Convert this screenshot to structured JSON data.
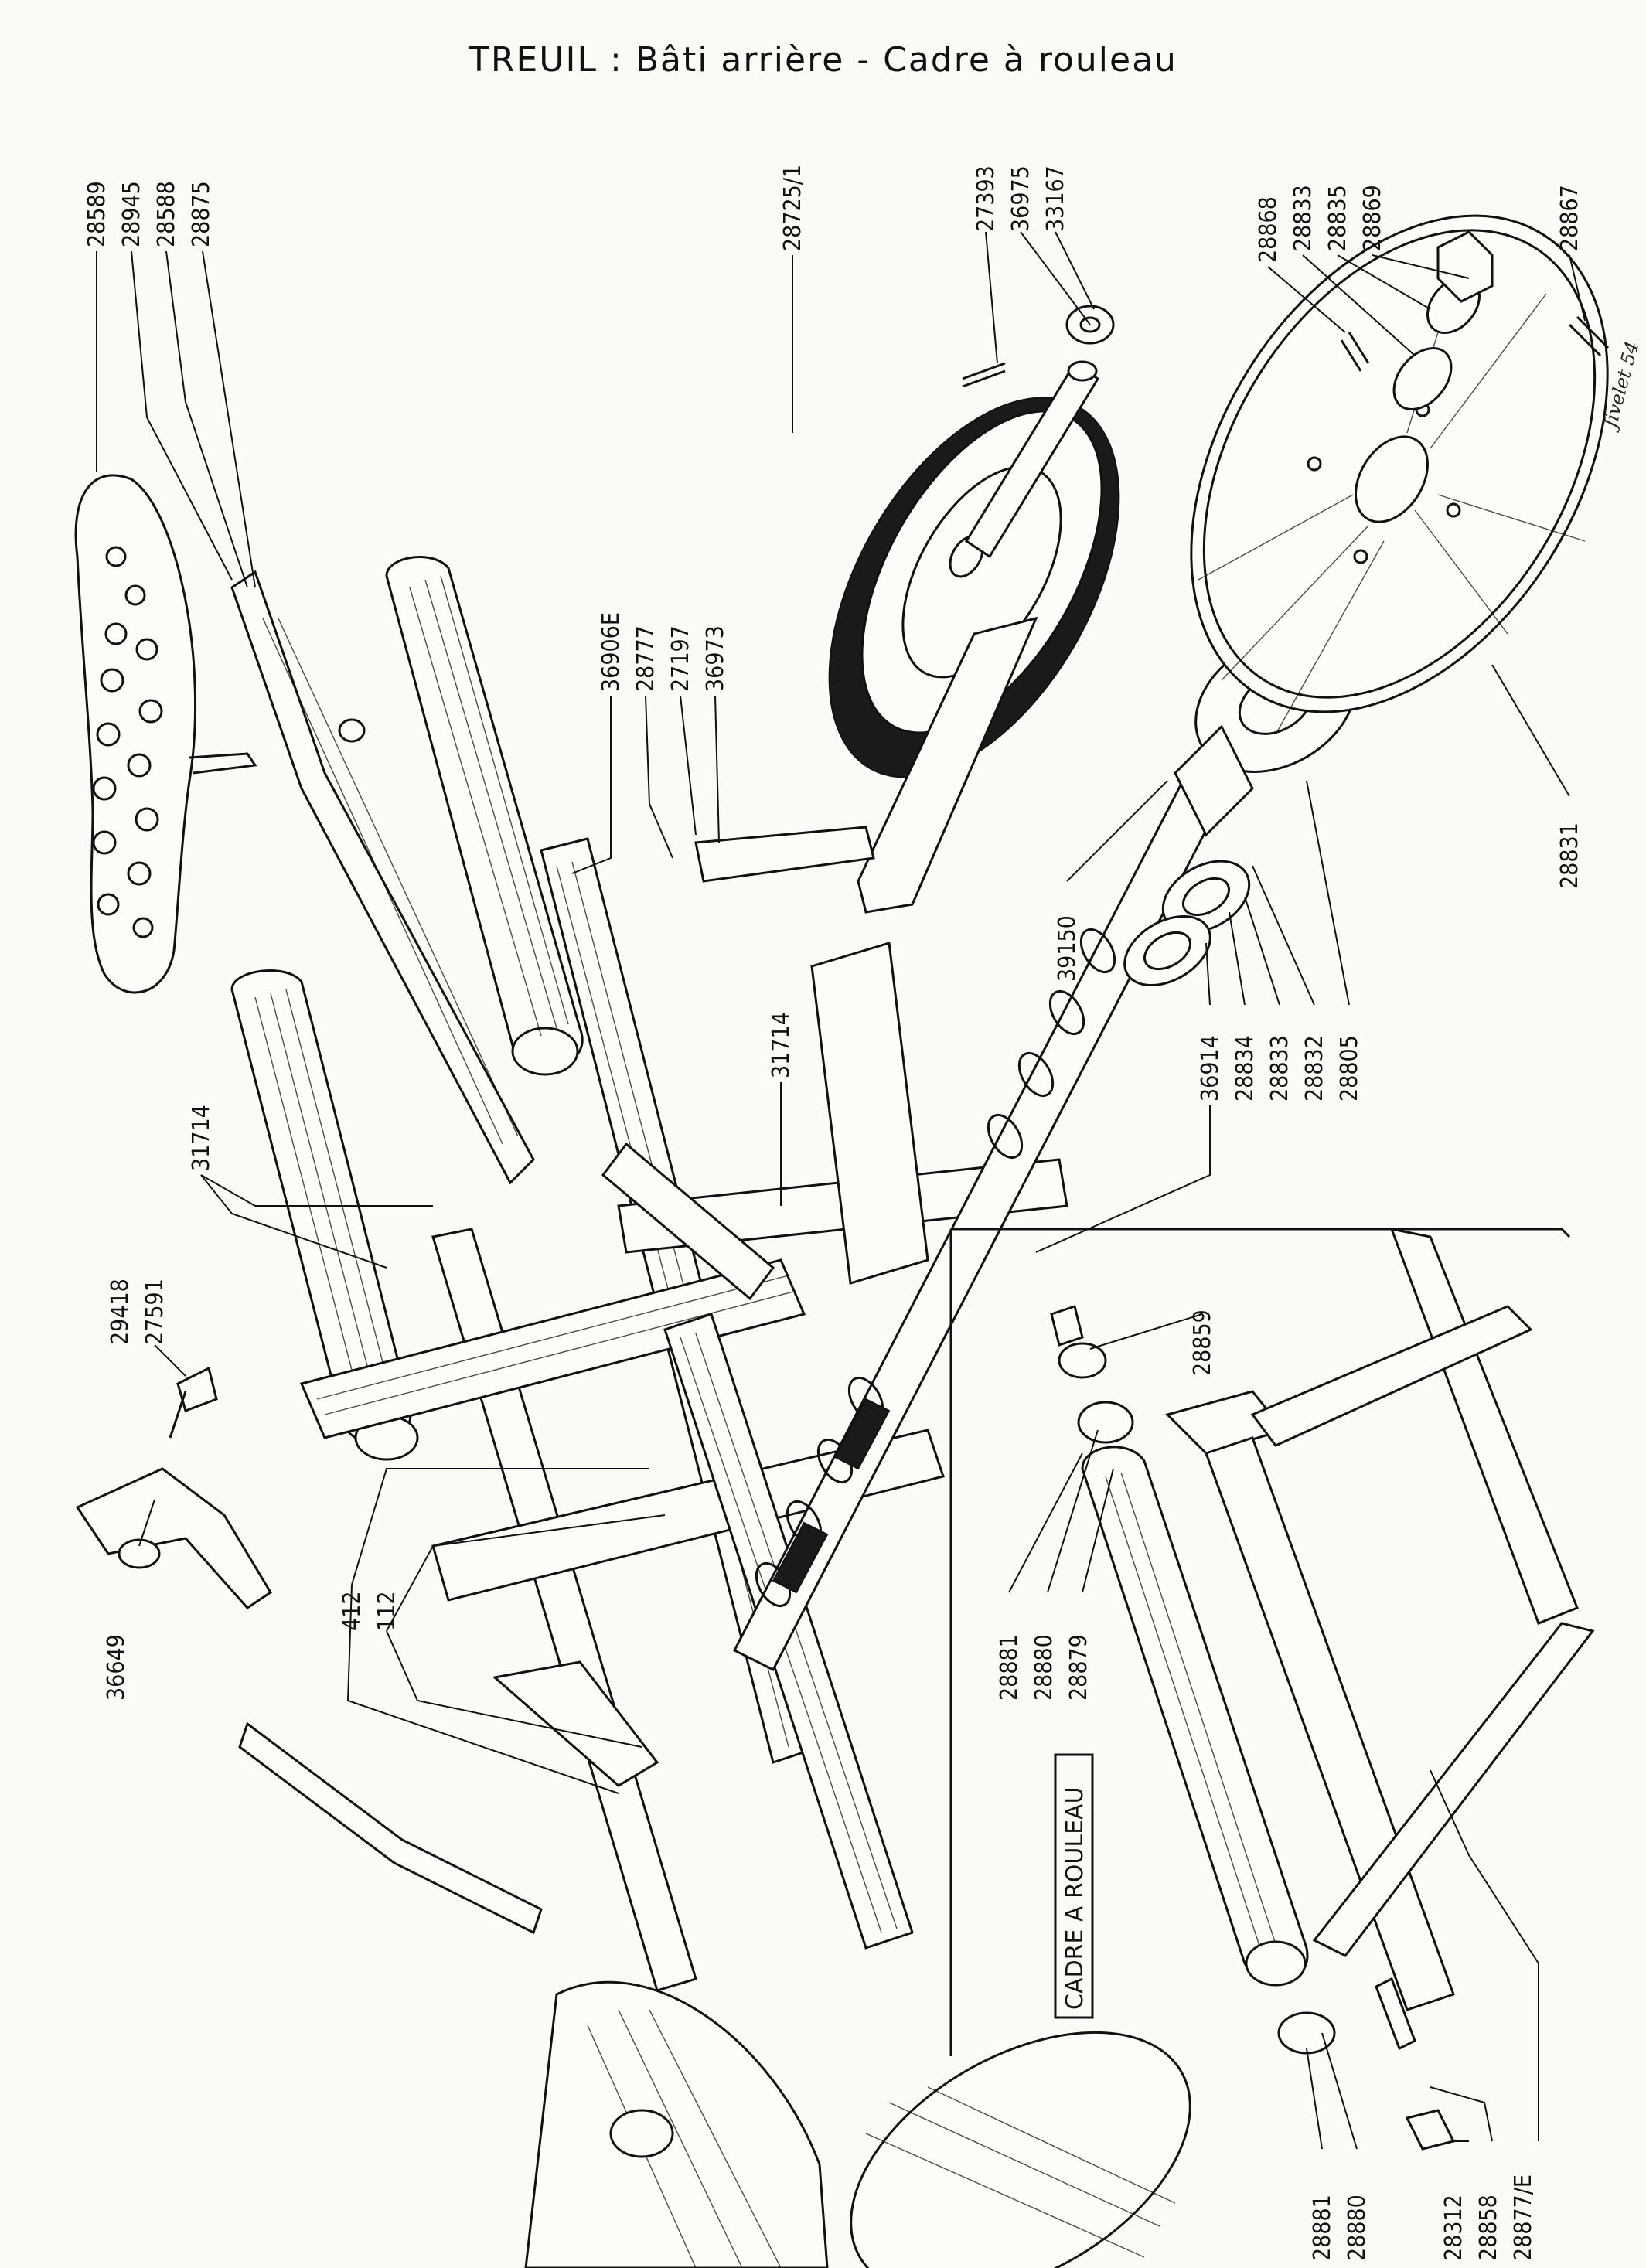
{
  "title": "TREUIL : Bâti arrière - Cadre à rouleau",
  "section_label": "CADRE A ROULEAU",
  "signature": "Jivelet 54",
  "part_labels": [
    {
      "id": "p1",
      "text": "28589"
    },
    {
      "id": "p2",
      "text": "28945"
    },
    {
      "id": "p3",
      "text": "28588"
    },
    {
      "id": "p4",
      "text": "28875"
    },
    {
      "id": "p5",
      "text": "28725/1"
    },
    {
      "id": "p6",
      "text": "27393"
    },
    {
      "id": "p7",
      "text": "36975"
    },
    {
      "id": "p8",
      "text": "33167"
    },
    {
      "id": "p9",
      "text": "28868"
    },
    {
      "id": "p10",
      "text": "28833"
    },
    {
      "id": "p11",
      "text": "28835"
    },
    {
      "id": "p12",
      "text": "28869"
    },
    {
      "id": "p13",
      "text": "28867"
    },
    {
      "id": "p14",
      "text": "36906E"
    },
    {
      "id": "p15",
      "text": "28777"
    },
    {
      "id": "p16",
      "text": "27197"
    },
    {
      "id": "p17",
      "text": "36973"
    },
    {
      "id": "p18",
      "text": "28831"
    },
    {
      "id": "p19",
      "text": "39150"
    },
    {
      "id": "p20",
      "text": "31714"
    },
    {
      "id": "p21",
      "text": "31714"
    },
    {
      "id": "p22",
      "text": "36914"
    },
    {
      "id": "p23",
      "text": "28834"
    },
    {
      "id": "p24",
      "text": "28833"
    },
    {
      "id": "p25",
      "text": "28832"
    },
    {
      "id": "p26",
      "text": "28805"
    },
    {
      "id": "p27",
      "text": "29418"
    },
    {
      "id": "p28",
      "text": "27591"
    },
    {
      "id": "p29",
      "text": "28859"
    },
    {
      "id": "p30",
      "text": "36649"
    },
    {
      "id": "p31",
      "text": "412"
    },
    {
      "id": "p32",
      "text": "112"
    },
    {
      "id": "p33",
      "text": "28881"
    },
    {
      "id": "p34",
      "text": "28880"
    },
    {
      "id": "p35",
      "text": "28879"
    },
    {
      "id": "p36",
      "text": "28881"
    },
    {
      "id": "p37",
      "text": "28880"
    },
    {
      "id": "p38",
      "text": "28312"
    },
    {
      "id": "p39",
      "text": "28858"
    },
    {
      "id": "p40",
      "text": "28877/E"
    }
  ]
}
